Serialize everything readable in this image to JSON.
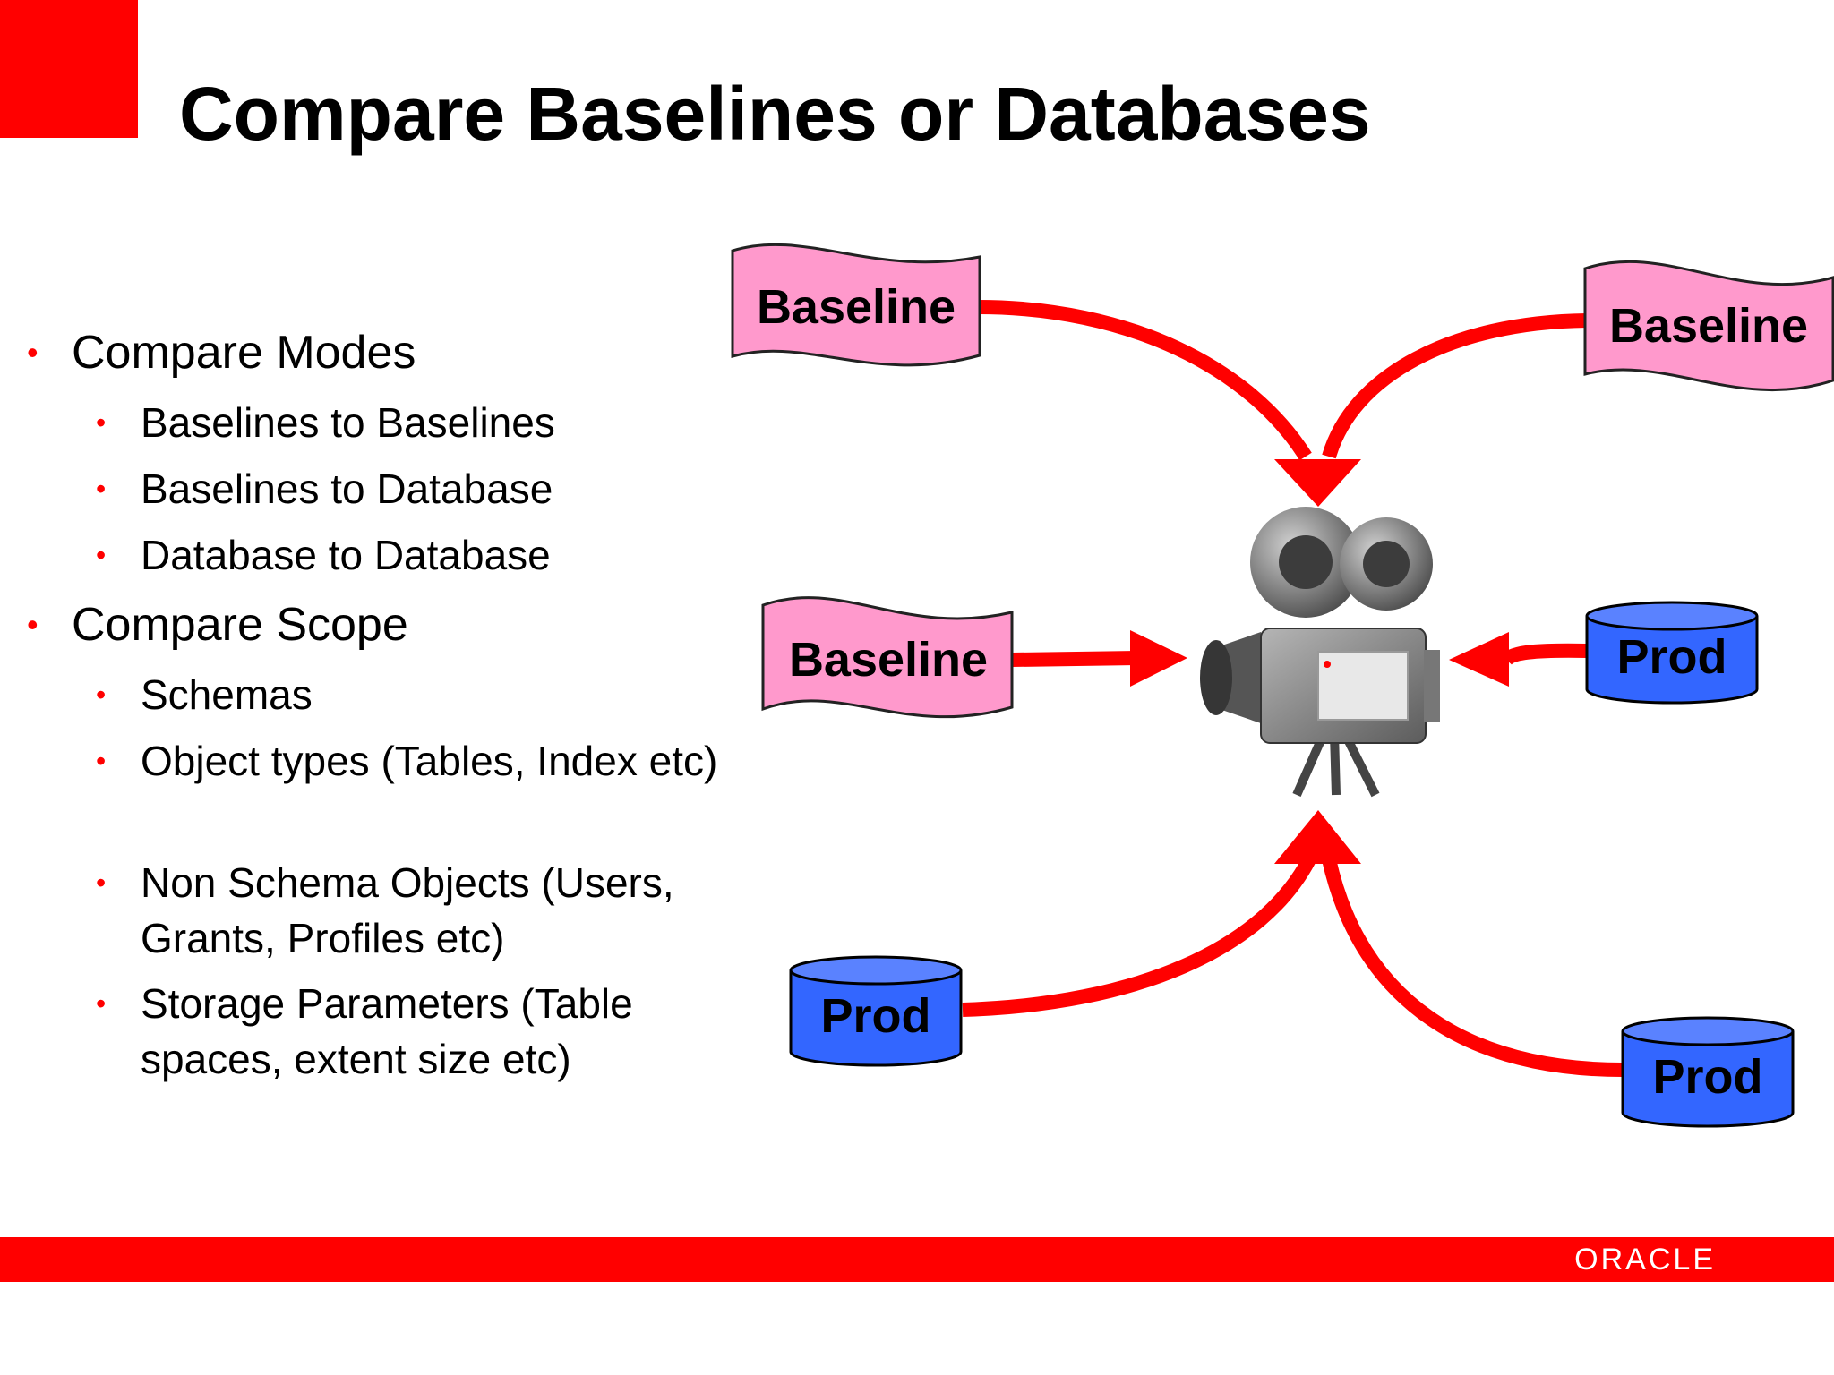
{
  "title": "Compare Baselines or Databases",
  "colors": {
    "accent": "#ff0000",
    "baseline_fill": "#ff99cc",
    "prod_fill": "#3366ff",
    "prod_top": "#5a82ff"
  },
  "bullets": [
    {
      "label": "Compare Modes",
      "items": [
        "Baselines to Baselines",
        "Baselines to Database",
        "Database to Database"
      ]
    },
    {
      "label": "Compare Scope",
      "items": [
        "Schemas",
        "Object types (Tables, Index etc)",
        "Non Schema Objects (Users, Grants, Profiles etc)",
        "Storage Parameters (Table spaces, extent size etc)"
      ]
    }
  ],
  "diagram": {
    "baseline_label": "Baseline",
    "prod_label": "Prod",
    "center_icon": "movie-camera-icon"
  },
  "footer": {
    "logo": "ORACLE"
  }
}
